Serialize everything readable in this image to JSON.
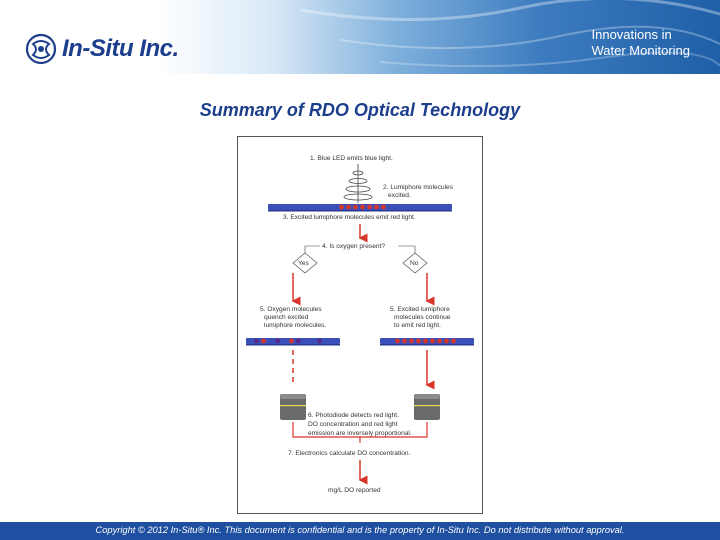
{
  "header": {
    "logo_text": "In-Situ Inc.",
    "tagline_line1": "Innovations in",
    "tagline_line2": "Water Monitoring"
  },
  "title": "Summary of RDO Optical Technology",
  "diagram": {
    "step1": "1. Blue LED emits blue light.",
    "step2_line1": "2. Lumiphore molecules",
    "step2_line2": "excited.",
    "step3": "3. Excited lumiphore molecules emit red light.",
    "step4": "4. Is oxygen present?",
    "yes": "Yes",
    "no": "No",
    "step5a_line1": "5. Oxygen molecules",
    "step5a_line2": "quench excited",
    "step5a_line3": "lumiphore molecules.",
    "step5b_line1": "5. Excited lumiphore",
    "step5b_line2": "molecules continue",
    "step5b_line3": "to emit red light.",
    "step6_line1": "6. Photodiode detects red light.",
    "step6_line2": "DO concentration and red light",
    "step6_line3": "emission are inversely proportional.",
    "step7": "7. Electronics calculate DO concentration.",
    "result": "mg/L DO reported",
    "colors": {
      "blue": "#3a4fb8",
      "red": "#d8352a",
      "purple": "#5a2a8a",
      "arrow": "#d8352a"
    }
  },
  "footer": {
    "text": "Copyright © 2012 In-Situ® Inc. This document is confidential and is the property of In-Situ Inc. Do not distribute without approval."
  }
}
